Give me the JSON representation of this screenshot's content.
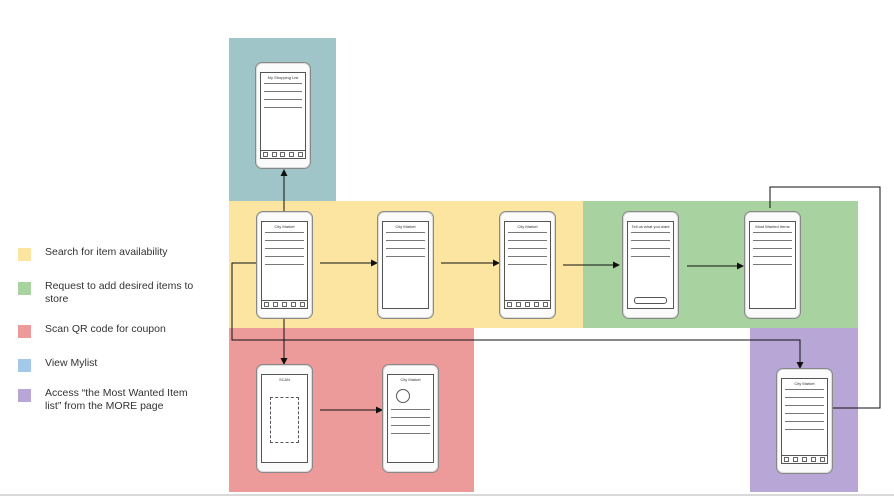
{
  "legend": [
    {
      "id": "search",
      "label": "Search for item availability",
      "color": "#fbe5a1"
    },
    {
      "id": "request",
      "label": "Request to add desired items to store",
      "color": "#a8d3a0"
    },
    {
      "id": "scan",
      "label": "Scan QR code for coupon",
      "color": "#ed9a9a"
    },
    {
      "id": "mylist",
      "label": "View Mylist",
      "color": "#a3c8e8"
    },
    {
      "id": "mostwanted",
      "label": "Access “the Most Wanted Item list” from the MORE page",
      "color": "#b7a6d6"
    }
  ],
  "screens": {
    "mylist": {
      "title": "My Shopping List"
    },
    "home": {
      "title": "City Market"
    },
    "search": {
      "title": "City Market"
    },
    "results": {
      "title": "City Market"
    },
    "request_form": {
      "title": "Tell us what you want"
    },
    "most_wanted": {
      "title": "Most Wanted Items"
    },
    "scan": {
      "title": "SCAN"
    },
    "coupon": {
      "title": "City Market"
    },
    "more": {
      "title": "City Market"
    }
  },
  "colors": {
    "teal_region": "#9fc5c8",
    "yellow_region": "#fbe5a1",
    "green_region": "#a8d3a0",
    "red_region": "#ed9a9a",
    "purple_region": "#b7a6d6",
    "arrow": "#111111"
  }
}
